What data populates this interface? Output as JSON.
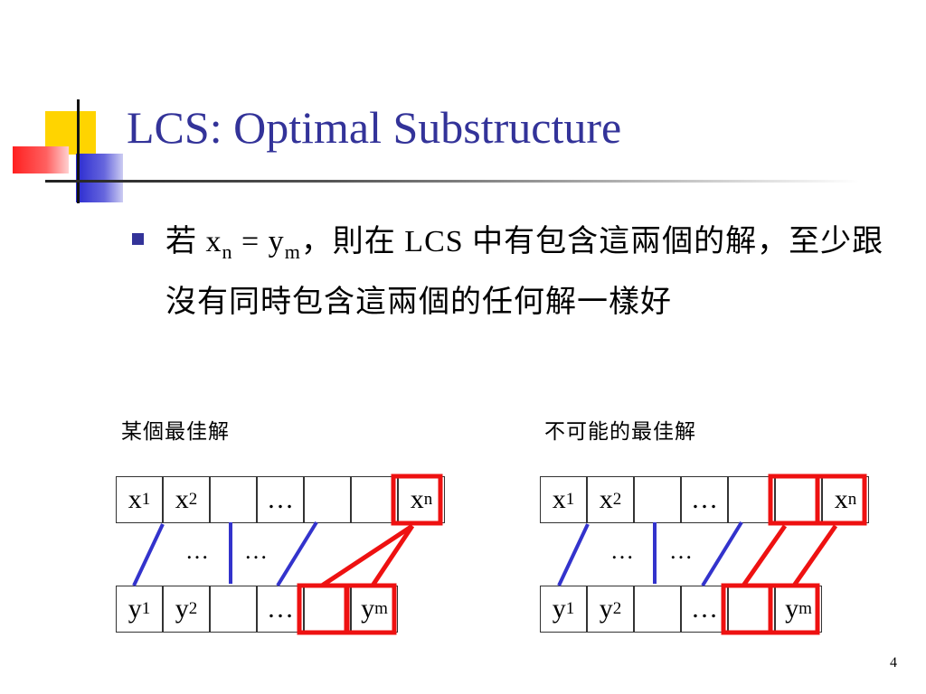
{
  "slide": {
    "title": "LCS: Optimal Substructure",
    "bullet": {
      "part1": "若 x",
      "sub1": "n",
      "part2": " = y",
      "sub2": "m",
      "part3": "，則在 LCS 中有包含這兩個的解，至少跟沒有同時包含這兩個的任何解一樣好"
    },
    "page_number": "4"
  },
  "diagrams": {
    "left_caption": "某個最佳解",
    "right_caption": "不可能的最佳解",
    "top_row": [
      {
        "base": "x",
        "sub": "1"
      },
      {
        "base": "x",
        "sub": "2"
      },
      {
        "base": "",
        "sub": ""
      },
      {
        "base": "…",
        "sub": ""
      },
      {
        "base": "",
        "sub": ""
      },
      {
        "base": "",
        "sub": ""
      },
      {
        "base": "x",
        "sub": "n"
      }
    ],
    "bottom_row": [
      {
        "base": "y",
        "sub": "1"
      },
      {
        "base": "y",
        "sub": "2"
      },
      {
        "base": "",
        "sub": ""
      },
      {
        "base": "…",
        "sub": ""
      },
      {
        "base": "",
        "sub": ""
      },
      {
        "base": "y",
        "sub": "m"
      }
    ],
    "middle_dots_left": "…",
    "middle_dots_right": "…"
  },
  "colors": {
    "title": "#333399",
    "match_line": "#3333cc",
    "highlight": "#ee1111"
  }
}
